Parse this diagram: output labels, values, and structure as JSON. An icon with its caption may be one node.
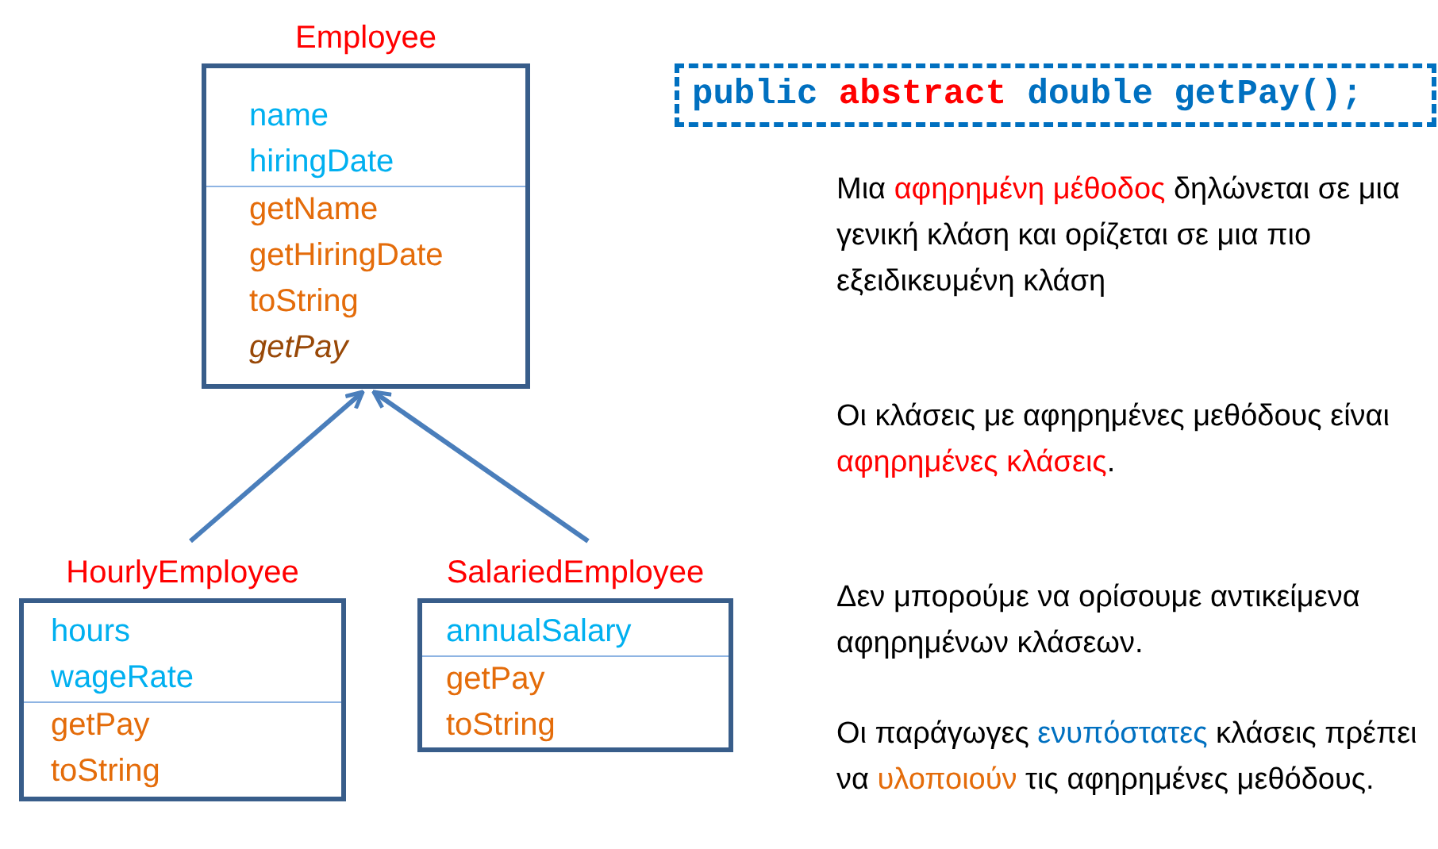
{
  "diagram": {
    "nodes": [
      {
        "text": [
          "Employee",
          "name",
          "hiringDate",
          "getName",
          "getHiringDate",
          "toString",
          "getPay"
        ]
      },
      {
        "text": [
          "HourlyEmployee",
          "hours",
          "wageRate",
          "getPay",
          "toString"
        ]
      },
      {
        "text": [
          "SalariedEmployee",
          "annualSalary",
          "getPay",
          "toString"
        ]
      },
      {
        "text": [
          "public",
          "abstract",
          "double getPay();"
        ]
      }
    ],
    "edges": [
      {
        "from": 1,
        "to": 0,
        "arrow": "to"
      },
      {
        "from": 2,
        "to": 0,
        "arrow": "to"
      }
    ],
    "labels": [
      "Μια *αφηρημένη μέθοδος* δηλώνεται σε μια γενική κλάση και ορίζεται σε μια πιο εξειδικευμένη κλάση",
      "Οι κλάσεις με αφηρημένες μεθόδους είναι *αφηρημένες κλάσεις*.",
      "Δεν μπορούμε να ορίσουμε αντικείμενα αφηρημένων κλάσεων.",
      "Οι παράγωγες *ενυπόστατες* κλάσεις πρέπει να **υλοποιούν** τις αφηρημένες μεθόδους."
    ]
  }
}
